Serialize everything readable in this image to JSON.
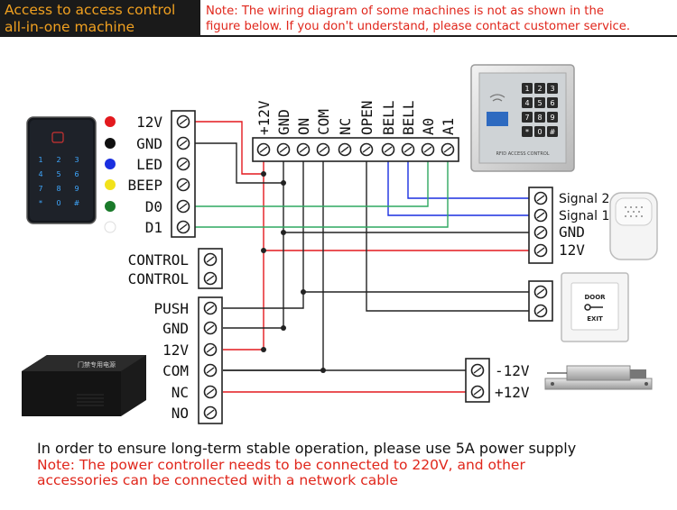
{
  "banner": {
    "title_line1": "Access to access control",
    "title_line2": "all-in-one machine",
    "note_line1": "Note: The wiring diagram of some machines is not as shown in the",
    "note_line2": "figure below. If you don't understand, please contact customer service."
  },
  "keypad_terminal": {
    "labels": [
      "12V",
      "GND",
      "LED",
      "BEEP",
      "D0",
      "D1"
    ],
    "dot_colors": [
      "#e3191e",
      "#111111",
      "#1a2fe0",
      "#f2e21b",
      "#1a7a2a",
      "#ffffff"
    ]
  },
  "controller_terminal": {
    "labels": [
      "+12V",
      "GND",
      "ON",
      "COM",
      "NC",
      "OPEN",
      "BELL",
      "BELL",
      "A0",
      "A1"
    ]
  },
  "doorbell_terminal": {
    "labels": [
      "Signal 2",
      "Signal 1",
      "GND",
      "12V"
    ]
  },
  "control_terminal": {
    "labels": [
      "CONTROL",
      "CONTROL"
    ]
  },
  "power_terminal": {
    "labels": [
      "PUSH",
      "GND",
      "12V",
      "COM",
      "NC",
      "NO"
    ]
  },
  "lock_terminal": {
    "labels": [
      "-12V",
      "+12V"
    ]
  },
  "devices": {
    "controller_panel_text": "RFID ACCESS CONTROL",
    "controller_keys": [
      "1",
      "2",
      "3",
      "4",
      "5",
      "6",
      "7",
      "8",
      "9",
      "*",
      "0",
      "#"
    ],
    "keypad_keys": [
      "1",
      "2",
      "3",
      "4",
      "5",
      "6",
      "7",
      "8",
      "9",
      "*",
      "0",
      "#"
    ],
    "exit_button_top": "DOOR",
    "exit_button_bottom": "EXIT",
    "power_box_text": "门禁专用电源"
  },
  "wire_colors": {
    "red": "#e3191e",
    "black": "#222222",
    "blue": "#1a2fe0",
    "green": "#2fa860"
  },
  "footer": {
    "line1": "In order to ensure long-term stable operation, please use 5A power supply",
    "line2": "Note: The power controller needs to be connected to 220V, and other",
    "line3": "accessories can be connected with a network cable"
  }
}
